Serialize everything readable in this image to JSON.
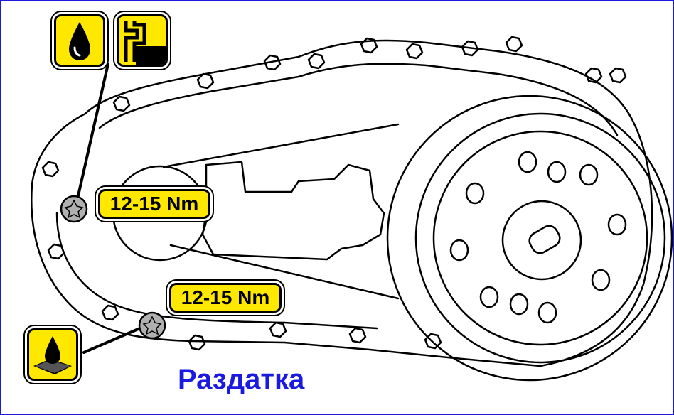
{
  "labels": {
    "torque_top": "12-15 Nm",
    "torque_bottom": "12-15 Nm",
    "caption": "Раздатка"
  },
  "icons": {
    "oil": "oil-drop-icon",
    "fill": "fill-level-icon",
    "sealant": "sealant-icon"
  },
  "colors": {
    "label_fill": "#ffe800",
    "caption": "#1a1ae0",
    "frame": "#1a1ae0",
    "bolt_highlight": "#b0b0b0"
  }
}
